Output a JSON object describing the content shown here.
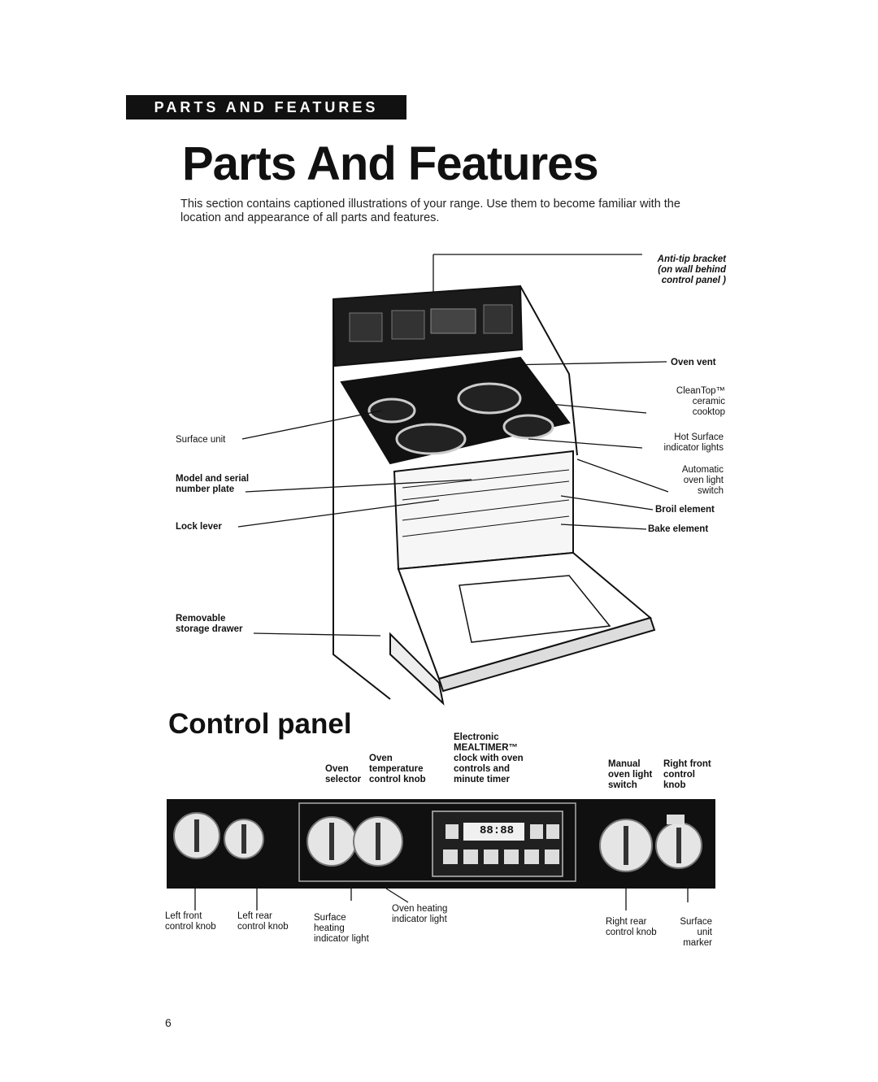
{
  "header": {
    "banner": "PARTS AND FEATURES",
    "title": "Parts And Features",
    "intro": "This section contains captioned illustrations of your range. Use them to become familiar with the location and appearance of all parts and features."
  },
  "range_labels": {
    "anti_tip": [
      "Anti-tip bracket",
      "(on wall behind",
      "control panel )"
    ],
    "oven_vent": "Oven vent",
    "cooktop": [
      "CleanTop™",
      "ceramic",
      "cooktop"
    ],
    "hot_surface": [
      "Hot Surface",
      "indicator lights"
    ],
    "oven_light_switch": [
      "Automatic",
      "oven light",
      "switch"
    ],
    "broil": "Broil element",
    "bake": "Bake element",
    "surface_unit": "Surface unit",
    "model_plate": [
      "Model and serial",
      "number plate"
    ],
    "lock_lever": "Lock lever",
    "drawer": [
      "Removable",
      "storage drawer"
    ]
  },
  "control_panel": {
    "title": "Control panel",
    "top_labels": {
      "oven_selector": [
        "Oven",
        "selector"
      ],
      "oven_temp": [
        "Oven",
        "temperature",
        "control knob"
      ],
      "clock": [
        "Electronic",
        "MEALTIMER™",
        "clock with oven",
        "controls and",
        "minute timer"
      ],
      "manual_light": [
        "Manual",
        "oven light",
        "switch"
      ],
      "right_front": [
        "Right front",
        "control",
        "knob"
      ]
    },
    "bottom_labels": {
      "left_front": [
        "Left front",
        "control knob"
      ],
      "left_rear": [
        "Left rear",
        "control knob"
      ],
      "surface_heating": [
        "Surface",
        "heating",
        "indicator light"
      ],
      "oven_heating": [
        "Oven heating",
        "indicator light"
      ],
      "right_rear": [
        "Right rear",
        "control knob"
      ],
      "surface_marker": [
        "Surface",
        "unit",
        "marker"
      ]
    },
    "clock_display": "88:88"
  },
  "footer": {
    "page_number": "6"
  }
}
